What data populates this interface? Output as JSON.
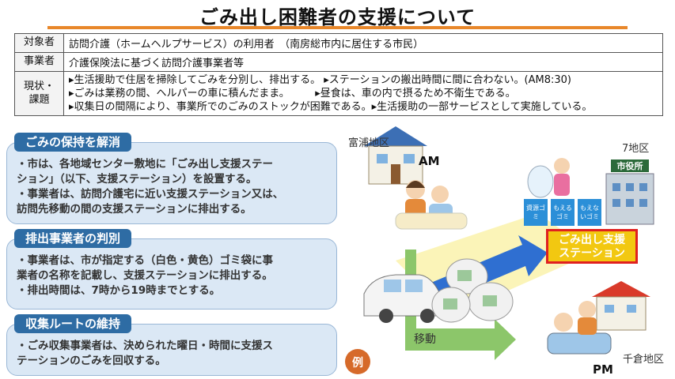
{
  "title": "ごみ出し困難者の支援について",
  "table": {
    "row1": {
      "head": "対象者",
      "text": "訪問介護（ホームヘルプサービス）の利用者　（南房総市内に居住する市民）"
    },
    "row2": {
      "head": "事業者",
      "text": "介護保険法に基づく訪問介護事業者等"
    },
    "row3": {
      "head": "現状・\n課題",
      "lines": [
        "▸生活援助で住居を掃除してごみを分別し、排出する。 ▸ステーションの搬出時間に間に合わない。(AM8:30)",
        "▸ごみは業務の間、ヘルパーの車に積んだまま。　　　▸昼食は、車の内で摂るため不衛生である。",
        "▸収集日の間隔により、事業所でのごみのストックが困難である。▸生活援助の一部サービスとして実施している。"
      ]
    }
  },
  "sections": [
    {
      "tag": "ごみの保持を解消",
      "lines": [
        "・市は、各地域センター敷地に「ごみ出し支援ステー",
        "ション」（以下、支援ステーション）を設置する。",
        "・事業者は、訪問介護宅に近い支援ステーション又は、",
        "訪問先移動の間の支援ステーションに排出する。"
      ]
    },
    {
      "tag": "排出事業者の判別",
      "lines": [
        "・事業者は、市が指定する（白色・黄色）ゴミ袋に事",
        "業者の名称を記載し、支援ステーションに排出する。",
        "・排出時間は、7時から19時までとする。"
      ]
    },
    {
      "tag": "収集ルートの維持",
      "lines": [
        "・ごみ収集事業者は、決められた曜日・時間に支援ス",
        "テーションのごみを回収する。"
      ]
    }
  ],
  "diagram": {
    "area_tomiura": "富浦地区",
    "am": "AM",
    "area_7": "7地区",
    "city_hall": "市役所",
    "bin1": "資源ゴミ",
    "bin2": "もえるゴミ",
    "bin3": "もえないゴミ",
    "station": "ごみ出し支援\nステーション",
    "move": "移動",
    "example": "例",
    "area_chikura": "千倉地区",
    "pm": "PM"
  },
  "colors": {
    "accent": "#e8872a",
    "tag": "#2e6ca4",
    "panel": "#dbe8f5",
    "station_border": "#e02020",
    "station_bg": "#f2c811",
    "arrow": "#2f6fd1",
    "move_arrow": "#8cc66a",
    "example": "#d66a2a"
  }
}
